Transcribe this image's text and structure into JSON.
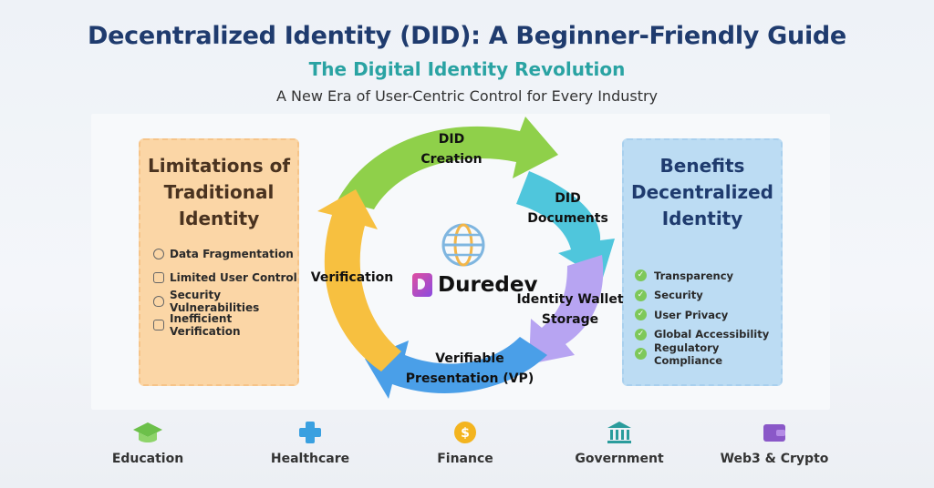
{
  "header": {
    "title": "Decentralized Identity (DID): A Beginner-Friendly Guide",
    "subtitle": "The Digital Identity Revolution",
    "tagline": "A New Era of User-Centric Control for Every Industry"
  },
  "limitations": {
    "title_lines": [
      "Limitations of",
      "Traditional",
      "Identity"
    ],
    "items": [
      {
        "label": "Data Fragmentation",
        "icon": "fragment-icon"
      },
      {
        "label": "Limited User Control",
        "icon": "control-icon"
      },
      {
        "label": "Security Vulnerabilities",
        "icon": "security-icon"
      },
      {
        "label": "Inefficient Verification",
        "icon": "verification-icon"
      }
    ]
  },
  "benefits": {
    "title_lines": [
      "Benefits",
      "Decentralized",
      "Identity"
    ],
    "items": [
      {
        "label": "Transparency"
      },
      {
        "label": "Security"
      },
      {
        "label": "User Privacy"
      },
      {
        "label": "Global Accessibility"
      },
      {
        "label": "Regulatory Compliance"
      }
    ]
  },
  "cycle": {
    "center_brand": "Duredev",
    "steps": [
      {
        "lines": [
          "DID",
          "Creation"
        ],
        "color": "#8fd04a"
      },
      {
        "lines": [
          "DID",
          "Documents"
        ],
        "color": "#4fc6dc"
      },
      {
        "lines": [
          "Identity Wallet",
          "Storage"
        ],
        "color": "#b7a4f2"
      },
      {
        "lines": [
          "Verifiable",
          "Presentation (VP)"
        ],
        "color": "#4a9fe8"
      },
      {
        "lines": [
          "Verification"
        ],
        "color": "#f7c040"
      }
    ]
  },
  "industries": [
    {
      "label": "Education",
      "icon": "graduation-cap-icon",
      "color": "#6cc04a"
    },
    {
      "label": "Healthcare",
      "icon": "medical-cross-icon",
      "color": "#3aa0e0"
    },
    {
      "label": "Finance",
      "icon": "dollar-coin-icon",
      "color": "#f3b41f"
    },
    {
      "label": "Government",
      "icon": "bank-building-icon",
      "color": "#2a9c9c"
    },
    {
      "label": "Web3 & Crypto",
      "icon": "wallet-icon",
      "color": "#8a58c8"
    }
  ]
}
